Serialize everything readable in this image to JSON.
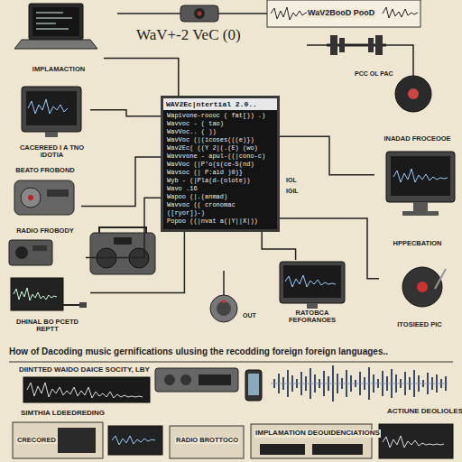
{
  "diagram": {
    "title": "How of Dacoding music gernifications ulusing the recodding foreign foreign languages..",
    "nodes": [
      {
        "text": [
          "WAV2Ec|ntertial 2.0..",
          "Wapivone-roooc ( fat[)) .)",
          "Wavvoc - ( tao)",
          "WavVoc.. ( ))",
          "WavVoc (|(icoses(((e)})",
          "Wav2Ec( ((Y 2|(.(E) (wo)",
          "Wavvvone - apul-((|cono-c)",
          "WavVoc (|P'o(s(ce-5(nd)",
          "Wavsoc (| P:aid )0)}",
          "Wyb - (|Pla(d-(olote))",
          "Wavo .16",
          "Wapoo (|.(anmad)",
          "Wavvoc (( cronomac ([ryor])-)",
          "Popoo ((|nvat a(|Y||X|))"
        ]
      },
      {
        "text": [
          "IMPLAMACTION"
        ]
      },
      {
        "text": [
          "CACEREED I A TNO IDOTIA"
        ]
      },
      {
        "text": [
          "BEATO FROBOND"
        ]
      },
      {
        "text": [
          "RADIO FROBODY"
        ]
      },
      {
        "text": [
          "DHINAL BO PCETD REPTT"
        ]
      },
      {
        "text": [
          "INADAD FROCEOOE",
          "HPPECBATION"
        ]
      },
      {
        "text": [
          "RATOBCA FEFORANOES"
        ]
      },
      {
        "text": [
          "ITOSIEED PIC"
        ]
      }
    ],
    "edges": [
      {
        "from": 1,
        "to": 0,
        "arrow": "none"
      },
      {
        "from": 2,
        "to": 0,
        "arrow": "none"
      },
      {
        "from": 3,
        "to": 0,
        "arrow": "none"
      },
      {
        "from": 4,
        "to": 0,
        "arrow": "none"
      },
      {
        "from": 5,
        "to": 0,
        "arrow": "none"
      },
      {
        "from": 6,
        "to": 0,
        "arrow": "none"
      },
      {
        "from": 7,
        "to": 0,
        "arrow": "none"
      },
      {
        "from": 8,
        "to": 0,
        "arrow": "none"
      }
    ],
    "labels": [
      "WaV+-2 VeC (0)",
      "WaV2BooD PooD",
      "PCC OL PAC",
      "IOL",
      "IGIL",
      "OUT",
      "DIINTTED WAIDO DAICE SOCITY, LBY",
      "SIMTHIA LDEEDREDING",
      "RADIO BROTTOCO",
      "IMPLAMATION DEOUIDENCIATIONS",
      "ACTIUNE DEOLIOLES",
      "CRECORED"
    ]
  }
}
